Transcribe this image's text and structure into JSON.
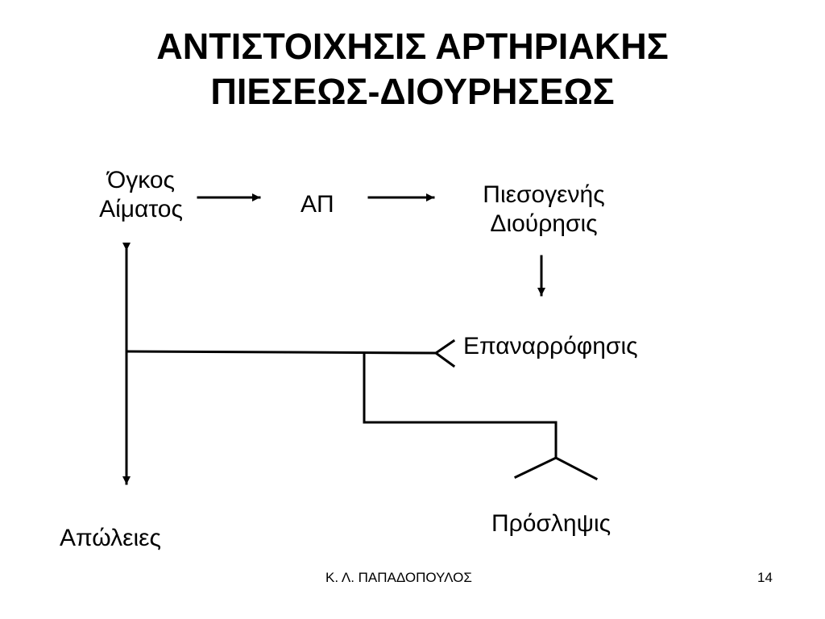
{
  "slide": {
    "title_line1": "ΑΝΤΙΣΤΟΙΧΗΣΙΣ ΑΡΤΗΡΙΑΚΗΣ",
    "title_line2": "ΠΙΕΣΕΩΣ-ΔΙΟΥΡΗΣΕΩΣ",
    "nodes": {
      "blood_volume_line1": "Όγκος",
      "blood_volume_line2": "Αίματος",
      "bp": "ΑΠ",
      "pressure_diuresis_line1": "Πιεσογενής",
      "pressure_diuresis_line2": "Διούρησις",
      "reabsorption": "Επαναρρόφησις",
      "intake": "Πρόσληψις",
      "losses": "Απώλειες"
    },
    "footer": {
      "author": "Κ. Λ. ΠΑΠΑΔΟΠΟΥΛΟΣ",
      "page_number": "14"
    },
    "colors": {
      "line": "#000000",
      "background": "#ffffff"
    }
  }
}
